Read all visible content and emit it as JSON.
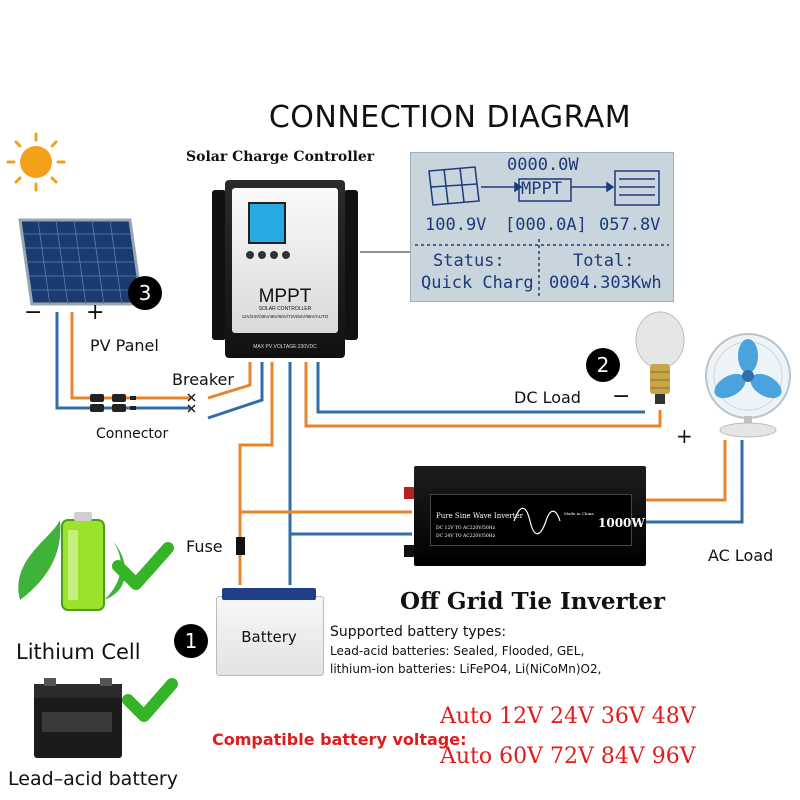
{
  "title": "CONNECTION DIAGRAM",
  "controller": {
    "heading": "Solar Charge Controller",
    "brand": "MPPT",
    "sub_label": "SOLAR CONTROLLER",
    "voltage_range": "12V/24V/36V/48V/60V/72V/84V/96V/AUTO",
    "pv_label": "MAX PV VOLTAGE:230VDC"
  },
  "lcd": {
    "power": "0000.0W",
    "mode": "MPPT",
    "pv_voltage": "100.9V",
    "current": "[000.0A]",
    "battery_voltage": "057.8V",
    "status_label": "Status:",
    "status_value": "Quick Charg",
    "total_label": "Total:",
    "total_value": "0004.303Kwh"
  },
  "labels": {
    "pv_panel": "PV Panel",
    "breaker": "Breaker",
    "connector": "Connector",
    "dc_load": "DC Load",
    "fuse": "Fuse",
    "ac_load": "AC Load",
    "battery": "Battery",
    "minus": "−",
    "plus": "+"
  },
  "steps": [
    "1",
    "2",
    "3"
  ],
  "inverter": {
    "title": "Off Grid Tie Inverter",
    "name": "Pure Sine Wave Inverter",
    "line1": "DC 12V TO AC220V/50Hz",
    "line2": "DC 24V TO AC220V/50Hz",
    "rating": "1000W",
    "made_in": "Made in China"
  },
  "battery_types": {
    "heading": "Supported battery types:",
    "lead_acid": "Lead-acid batteries: Sealed, Flooded, GEL,",
    "lithium": "lithium-ion batteries: LiFePO4, Li(NiCoMn)O2,"
  },
  "lithium_cell": "Lithium Cell",
  "lead_acid_battery": "Lead–acid battery",
  "compatible_label": "Compatible battery voltage:",
  "voltage_line1": "Auto 12V 24V 36V 48V",
  "voltage_line2": "Auto 60V 72V 84V 96V",
  "colors": {
    "positive_wire": "#e8842c",
    "negative_wire": "#2f6ea8",
    "accent_red": "#e01b1b",
    "checkmark": "#35b525"
  }
}
